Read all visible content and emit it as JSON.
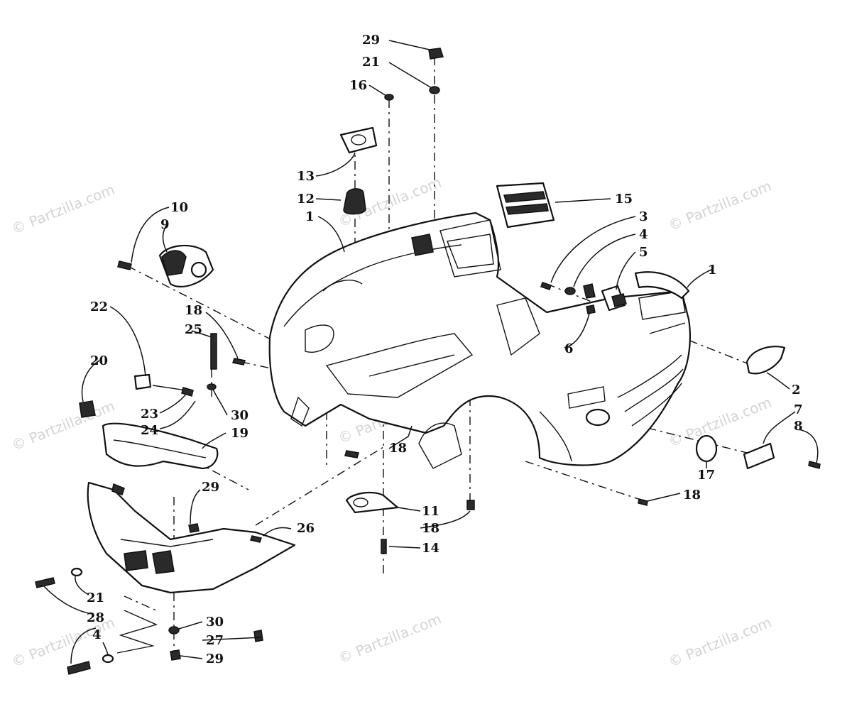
{
  "diagram": {
    "watermark": "© Partzilla.com",
    "callouts": [
      {
        "id": "c29top",
        "text": "29"
      },
      {
        "id": "c21top",
        "text": "21"
      },
      {
        "id": "c16",
        "text": "16"
      },
      {
        "id": "c13",
        "text": "13"
      },
      {
        "id": "c12",
        "text": "12"
      },
      {
        "id": "c1a",
        "text": "1"
      },
      {
        "id": "c15",
        "text": "15"
      },
      {
        "id": "c3",
        "text": "3"
      },
      {
        "id": "c4a",
        "text": "4"
      },
      {
        "id": "c5",
        "text": "5"
      },
      {
        "id": "c1b",
        "text": "1"
      },
      {
        "id": "c6",
        "text": "6"
      },
      {
        "id": "c2",
        "text": "2"
      },
      {
        "id": "c7",
        "text": "7"
      },
      {
        "id": "c8",
        "text": "8"
      },
      {
        "id": "c17",
        "text": "17"
      },
      {
        "id": "c18r",
        "text": "18"
      },
      {
        "id": "c10",
        "text": "10"
      },
      {
        "id": "c9",
        "text": "9"
      },
      {
        "id": "c22",
        "text": "22"
      },
      {
        "id": "c18a",
        "text": "18"
      },
      {
        "id": "c25",
        "text": "25"
      },
      {
        "id": "c20",
        "text": "20"
      },
      {
        "id": "c23",
        "text": "23"
      },
      {
        "id": "c24",
        "text": "24"
      },
      {
        "id": "c30a",
        "text": "30"
      },
      {
        "id": "c19",
        "text": "19"
      },
      {
        "id": "c18m",
        "text": "18"
      },
      {
        "id": "c29m",
        "text": "29"
      },
      {
        "id": "c11",
        "text": "11"
      },
      {
        "id": "c18b",
        "text": "18"
      },
      {
        "id": "c14",
        "text": "14"
      },
      {
        "id": "c26",
        "text": "26"
      },
      {
        "id": "c21b",
        "text": "21"
      },
      {
        "id": "c28",
        "text": "28"
      },
      {
        "id": "c4b",
        "text": "4"
      },
      {
        "id": "c30b",
        "text": "30"
      },
      {
        "id": "c27",
        "text": "27"
      },
      {
        "id": "c29b",
        "text": "29"
      }
    ]
  }
}
